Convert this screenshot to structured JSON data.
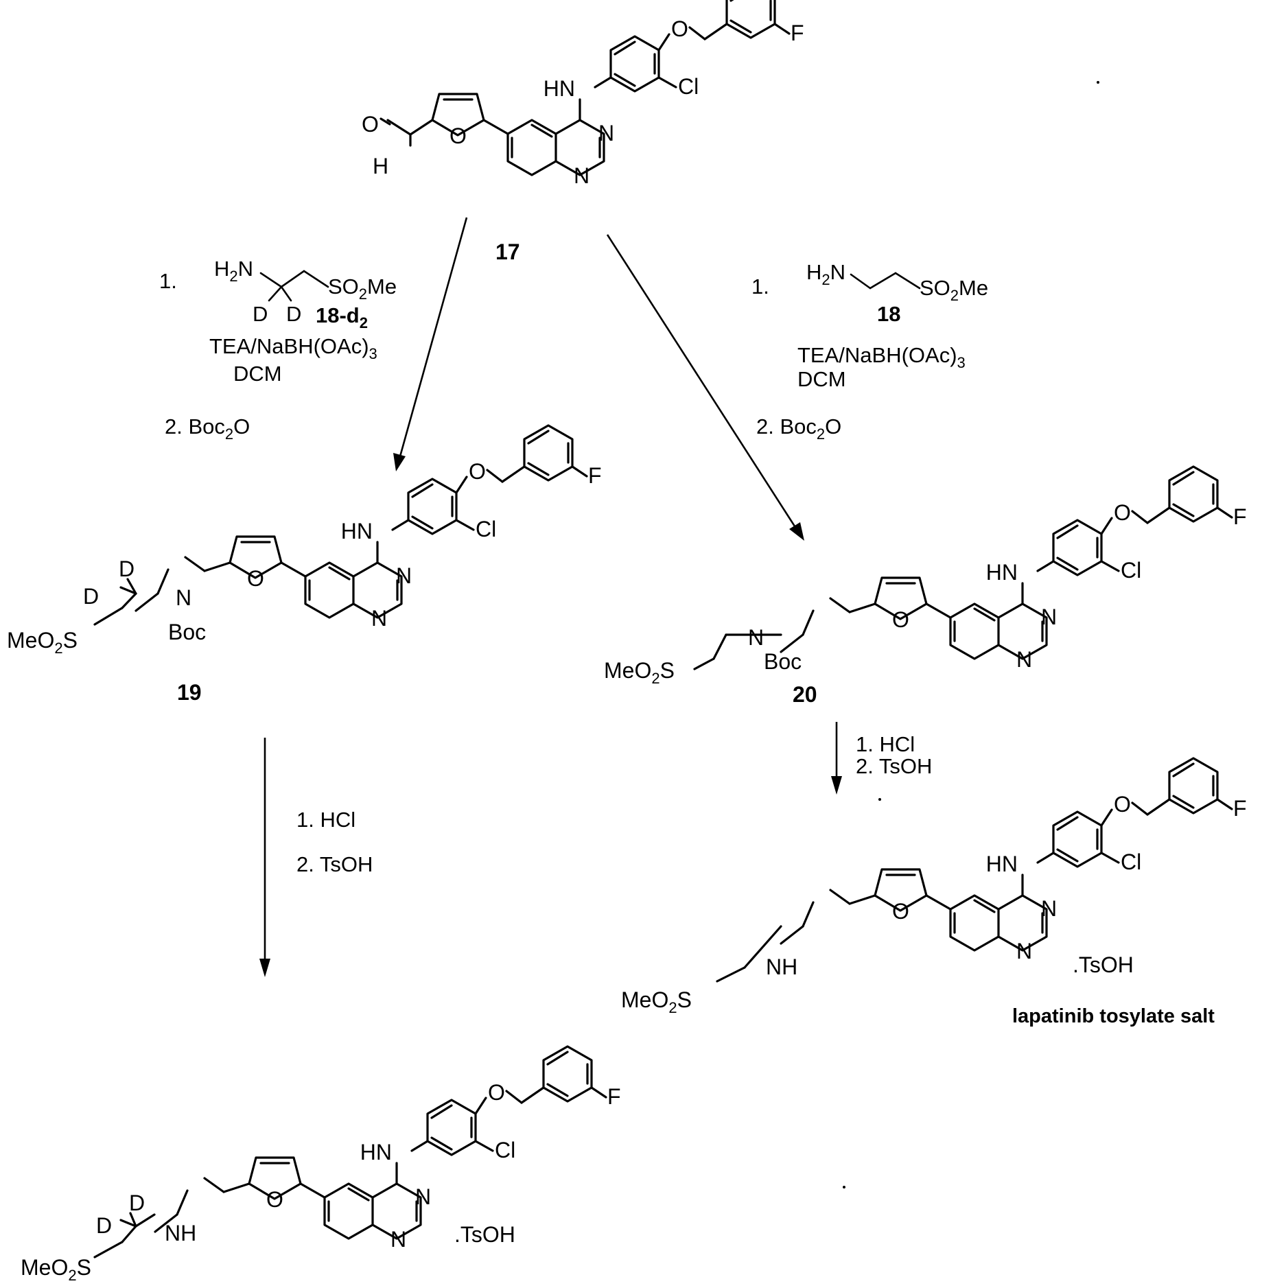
{
  "compounds": {
    "c17": {
      "number": "17"
    },
    "c19": {
      "number": "19"
    },
    "c20": {
      "number": "20"
    },
    "lapatinib": {
      "name": "lapatinib tosylate salt",
      "salt": ".TsOH"
    },
    "deuterated_final": {
      "salt": ".TsOH"
    }
  },
  "atoms": {
    "F": "F",
    "Cl": "Cl",
    "O": "O",
    "N": "N",
    "HN": "HN",
    "NH": "NH",
    "H": "H",
    "D": "D",
    "Boc": "Boc",
    "MeO2S_main": "MeO",
    "MeO2S_tail": "S"
  },
  "reaction_left": {
    "step1_index": "1.",
    "reagent_amine": "H",
    "reagent_sulfone": "SO",
    "reagent_sulfone_tail": "Me",
    "reagent_label": "18-d",
    "reagent_label_sub": "2",
    "conditions_1": "TEA/NaBH(OAc)",
    "conditions_1_sub": "3",
    "conditions_2": "DCM",
    "step2": "2. Boc",
    "step2_sub": "2",
    "step2_tail": "O"
  },
  "reaction_right": {
    "step1_index": "1.",
    "reagent_label": "18",
    "conditions_1": "TEA/NaBH(OAc)",
    "conditions_1_sub": "3",
    "conditions_2": "DCM",
    "step2": "2. Boc",
    "step2_sub": "2",
    "step2_tail": "O"
  },
  "deprotection_left": {
    "step1": "1. HCl",
    "step2": "2. TsOH"
  },
  "deprotection_right": {
    "step1": "1. HCl",
    "step2": "2. TsOH"
  }
}
